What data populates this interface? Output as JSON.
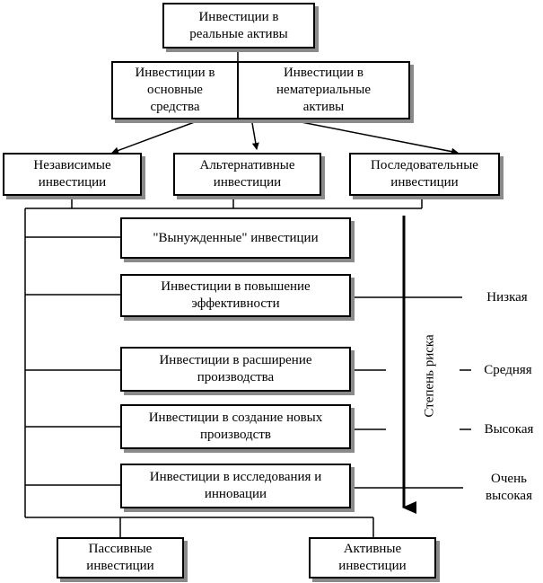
{
  "top": {
    "real_assets": "Инвестиции в\nреальные активы"
  },
  "level2": {
    "fixed_assets": "Инвестиции в\nосновные\nсредства",
    "intangible_assets": "Инвестиции в\nнематериальные\nактивы"
  },
  "level3": {
    "independent": "Независимые\nинвестиции",
    "alternative": "Альтернативные\nинвестиции",
    "sequential": "Последовательные\nинвестиции"
  },
  "middle": {
    "forced": "\"Вынужденные\" инвестиции",
    "efficiency": "Инвестиции в повышение\nэффективности",
    "expansion": "Инвестиции в расширение\nпроизводства",
    "new_production": "Инвестиции в создание новых\nпроизводств",
    "research": "Инвестиции в исследования и\nинновации"
  },
  "bottom": {
    "passive": "Пассивные\nинвестиции",
    "active": "Активные\nинвестиции"
  },
  "risk": {
    "axis_label": "Степень риска",
    "low": "Низкая",
    "medium": "Средняя",
    "high": "Высокая",
    "very_high": "Очень\nвысокая"
  }
}
